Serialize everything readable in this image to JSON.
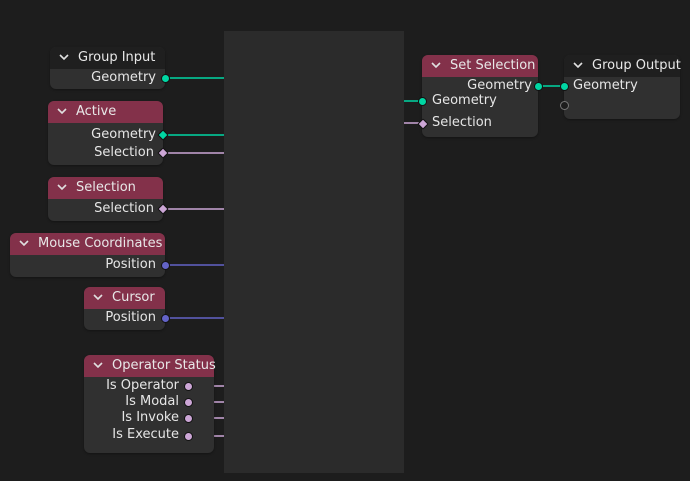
{
  "colors": {
    "geometry_socket": "#00d6a3",
    "selection_socket": "#cca6d6",
    "vector_socket": "#6363c7",
    "bool_socket": "#cca6d6",
    "header_input": "#83314a",
    "header_group": "#1f1f1f",
    "node_body": "#303030",
    "frame": "#2b2b2b",
    "canvas": "#1d1d1d"
  },
  "nodes": {
    "group_input": {
      "title": "Group Input",
      "outputs": [
        "Geometry"
      ]
    },
    "active": {
      "title": "Active",
      "outputs": [
        "Geometry",
        "Selection"
      ]
    },
    "selection": {
      "title": "Selection",
      "outputs": [
        "Selection"
      ]
    },
    "mouse_coordinates": {
      "title": "Mouse Coordinates",
      "outputs": [
        "Position"
      ]
    },
    "cursor": {
      "title": "Cursor",
      "outputs": [
        "Position"
      ]
    },
    "operator_status": {
      "title": "Operator Status",
      "outputs": [
        "Is Operator",
        "Is Modal",
        "Is Invoke",
        "Is Execute"
      ]
    },
    "set_selection": {
      "title": "Set Selection",
      "outputs": [
        "Geometry"
      ],
      "inputs": [
        "Geometry",
        "Selection"
      ]
    },
    "group_output": {
      "title": "Group Output",
      "inputs": [
        "Geometry"
      ]
    }
  },
  "icons": {
    "collapse": "chevron-down-icon"
  }
}
